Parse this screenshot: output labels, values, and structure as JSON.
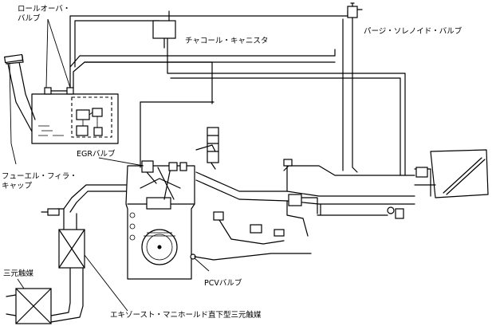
{
  "labels": {
    "rollover_valve": "ロールオーバ・\nバルブ",
    "charcoal_canister": "チャコール・キャニスタ",
    "purge_solenoid_valve": "パージ・ソレノイド・バルブ",
    "egr_valve": "EGRバルブ",
    "fuel_filler_cap": "フューエル・フィラ・\nキャップ",
    "pcv_valve": "PCVバルブ",
    "three_way_catalyst": "三元触媒",
    "exhaust_manifold_catalyst": "エキゾースト・マニホールド直下型三元触媒"
  }
}
